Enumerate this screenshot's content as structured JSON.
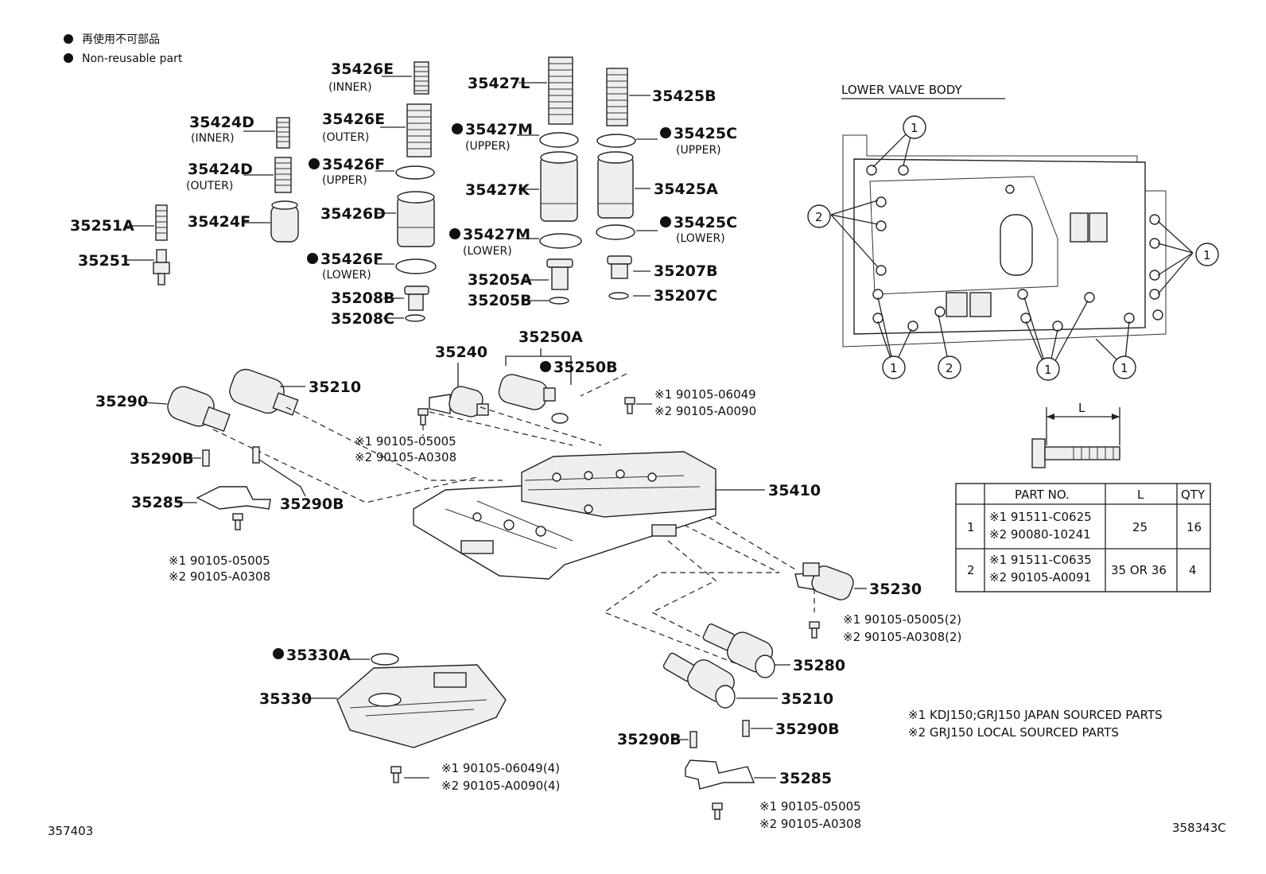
{
  "legend": {
    "jp": "再使用不可部品",
    "en": "Non-reusable part"
  },
  "lower_valve_body_title": "LOWER VALVE BODY",
  "callouts": {
    "one": "1",
    "two": "2"
  },
  "dimension_label": "L",
  "table": {
    "headers": {
      "no": "",
      "part_no": "PART NO.",
      "l": "L",
      "qty": "QTY"
    },
    "rows": [
      {
        "no": "1",
        "part_a": "※1 91511-C0625",
        "part_b": "※2 90080-10241",
        "l": "25",
        "qty": "16"
      },
      {
        "no": "2",
        "part_a": "※1 91511-C0635",
        "part_b": "※2 90105-A0091",
        "l": "35 OR 36",
        "qty": "4"
      }
    ]
  },
  "footnotes": {
    "n1": "※1 KDJ150;GRJ150 JAPAN SOURCED PARTS",
    "n2": "※2 GRJ150 LOCAL SOURCED PARTS"
  },
  "figure_numbers": {
    "left": "357403",
    "right": "358343C"
  },
  "labels": {
    "p35426E_a": "35426E",
    "p35426E_a_sub": "(INNER)",
    "p35426E_b": "35426E",
    "p35426E_b_sub": "(OUTER)",
    "p35424D_a": "35424D",
    "p35424D_a_sub": "(INNER)",
    "p35424D_b": "35424D",
    "p35424D_b_sub": "(OUTER)",
    "p35426F_a": "35426F",
    "p35426F_a_sub": "(UPPER)",
    "p35426D": "35426D",
    "p35426F_b": "35426F",
    "p35426F_b_sub": "(LOWER)",
    "p35424F": "35424F",
    "p35251A": "35251A",
    "p35251": "35251",
    "p35208B": "35208B",
    "p35208C": "35208C",
    "p35427L": "35427L",
    "p35427M_a": "35427M",
    "p35427M_a_sub": "(UPPER)",
    "p35427K": "35427K",
    "p35427M_b": "35427M",
    "p35427M_b_sub": "(LOWER)",
    "p35205A": "35205A",
    "p35205B": "35205B",
    "p35425B": "35425B",
    "p35425C_a": "35425C",
    "p35425C_a_sub": "(UPPER)",
    "p35425A": "35425A",
    "p35425C_b": "35425C",
    "p35425C_b_sub": "(LOWER)",
    "p35207B": "35207B",
    "p35207C": "35207C",
    "p35250A": "35250A",
    "p35240": "35240",
    "p35250B": "35250B",
    "p35290_top": "35290",
    "p35210_top": "35210",
    "p35290B_a": "35290B",
    "p35285_a": "35285",
    "p35290B_b": "35290B",
    "p35410": "35410",
    "p35230": "35230",
    "p35280": "35280",
    "p35210_bot": "35210",
    "p35290B_c": "35290B",
    "p35290B_d": "35290B",
    "p35285_b": "35285",
    "p35330A": "35330A",
    "p35330": "35330"
  },
  "bolt_notes": {
    "b1a": "※1 90105-06049",
    "b1b": "※2 90105-A0090",
    "b2a": "※1 90105-05005",
    "b2b": "※2 90105-A0308",
    "b3a": "※1 90105-05005",
    "b3b": "※2 90105-A0308",
    "b4a": "※1 90105-05005(2)",
    "b4b": "※2 90105-A0308(2)",
    "b5a": "※1 90105-06049(4)",
    "b5b": "※2 90105-A0090(4)",
    "b6a": "※1 90105-05005",
    "b6b": "※2 90105-A0308"
  }
}
